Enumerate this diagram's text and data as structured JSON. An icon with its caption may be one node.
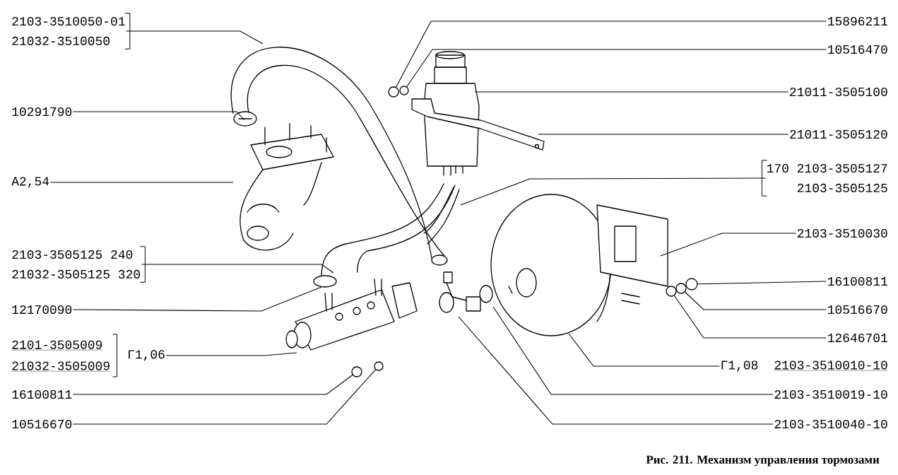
{
  "diagram": {
    "caption": "Рис. 211. Механизм управления тормозами",
    "nodes": [
      {
        "text": [
          "2103-3510050-01",
          "21032-3510050"
        ]
      },
      {
        "text": [
          "10291790"
        ]
      },
      {
        "text": [
          "А2,54"
        ]
      },
      {
        "text": [
          "2103-3505125 240",
          "21032-3505125 320"
        ]
      },
      {
        "text": [
          "12170090"
        ]
      },
      {
        "text": [
          "2101-3505009",
          "21032-3505009",
          "Г1,06"
        ]
      },
      {
        "text": [
          "16100811"
        ]
      },
      {
        "text": [
          "10516670"
        ]
      },
      {
        "text": [
          "15896211"
        ]
      },
      {
        "text": [
          "10516470"
        ]
      },
      {
        "text": [
          "21011-3505100"
        ]
      },
      {
        "text": [
          "21011-3505120"
        ]
      },
      {
        "text": [
          "170 2103-3505127",
          "2103-3505125"
        ]
      },
      {
        "text": [
          "2103-3510030"
        ]
      },
      {
        "text": [
          "16100811"
        ]
      },
      {
        "text": [
          "10516670"
        ]
      },
      {
        "text": [
          "12646701"
        ]
      },
      {
        "text": [
          "Г1,08",
          "2103-3510010-10"
        ]
      },
      {
        "text": [
          "2103-3510019-10"
        ]
      },
      {
        "text": [
          "2103-3510040-10"
        ]
      },
      {
        "text": [],
        "shape": "circle"
      },
      {
        "text": [],
        "shape": "circle"
      },
      {
        "text": [],
        "shape": "circle"
      },
      {
        "text": [],
        "shape": "circle"
      },
      {
        "text": [],
        "shape": "circle"
      },
      {
        "text": [],
        "shape": "circle"
      },
      {
        "text": [],
        "shape": "circle"
      }
    ],
    "edges": [
      {
        "from": 0,
        "to": null,
        "arrow": "none"
      },
      {
        "from": 1,
        "to": null,
        "arrow": "none"
      },
      {
        "from": 2,
        "to": null,
        "arrow": "none"
      },
      {
        "from": 3,
        "to": null,
        "arrow": "none"
      },
      {
        "from": 4,
        "to": null,
        "arrow": "none"
      },
      {
        "from": 5,
        "to": null,
        "arrow": "none"
      },
      {
        "from": 6,
        "to": 20,
        "arrow": "none"
      },
      {
        "from": 7,
        "to": 21,
        "arrow": "none"
      },
      {
        "from": 8,
        "to": 22,
        "arrow": "none"
      },
      {
        "from": 9,
        "to": 23,
        "arrow": "none"
      },
      {
        "from": 10,
        "to": null,
        "arrow": "none"
      },
      {
        "from": 11,
        "to": null,
        "arrow": "none"
      },
      {
        "from": 12,
        "to": null,
        "arrow": "none"
      },
      {
        "from": 13,
        "to": null,
        "arrow": "none"
      },
      {
        "from": 14,
        "to": 26,
        "arrow": "none"
      },
      {
        "from": 15,
        "to": 25,
        "arrow": "none"
      },
      {
        "from": 16,
        "to": 24,
        "arrow": "none"
      },
      {
        "from": 17,
        "to": null,
        "arrow": "none"
      },
      {
        "from": 18,
        "to": null,
        "arrow": "none"
      },
      {
        "from": 19,
        "to": null,
        "arrow": "none"
      }
    ]
  }
}
